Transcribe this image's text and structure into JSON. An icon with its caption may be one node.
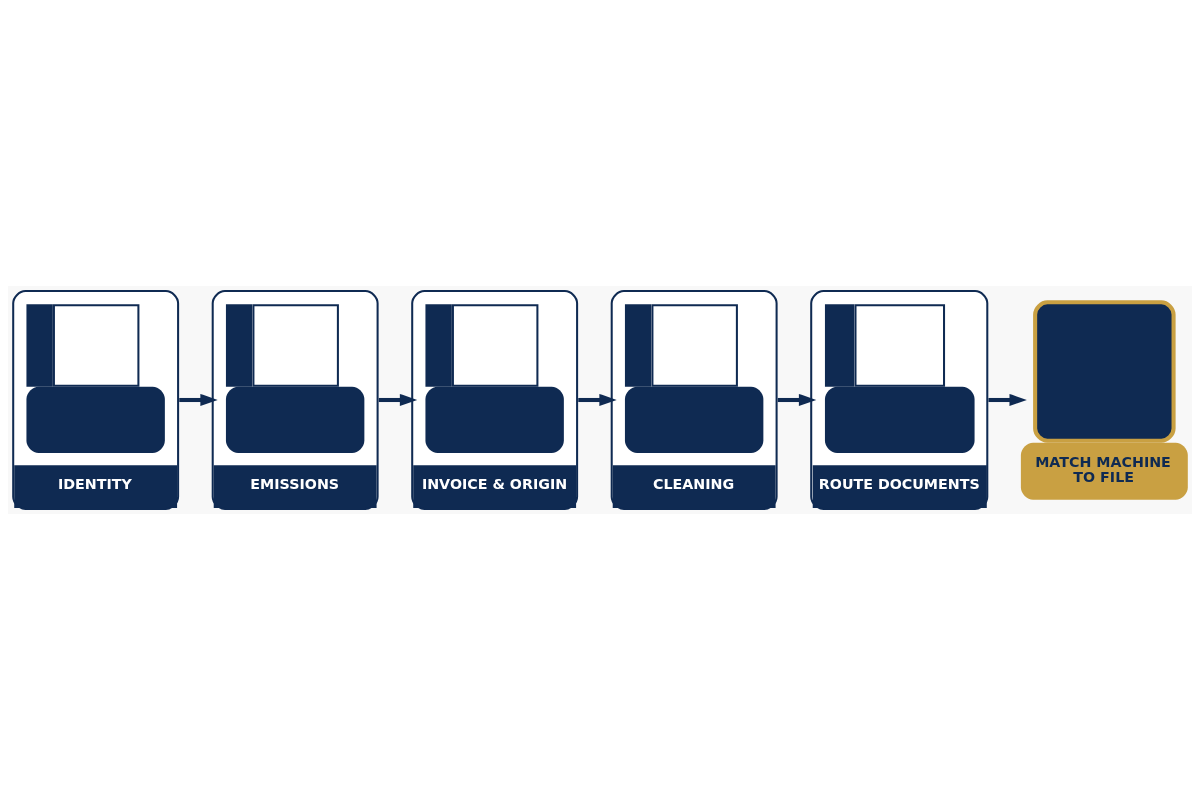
{
  "diagram": {
    "nodes": [
      {
        "text": [
          "IDENTITY"
        ]
      },
      {
        "text": [
          "EMISSIONS"
        ]
      },
      {
        "text": [
          "INVOICE & ORIGIN"
        ]
      },
      {
        "text": [
          "CLEANING"
        ]
      },
      {
        "text": [
          "ROUTE DOCUMENTS"
        ]
      },
      {
        "text": [
          "MATCH MACHINE TO FILE"
        ]
      }
    ],
    "edges": [
      {
        "from": 0,
        "to": 1,
        "arrow": "to"
      },
      {
        "from": 1,
        "to": 2,
        "arrow": "to"
      },
      {
        "from": 2,
        "to": 3,
        "arrow": "to"
      },
      {
        "from": 3,
        "to": 4,
        "arrow": "to"
      },
      {
        "from": 4,
        "to": 5,
        "arrow": "to"
      }
    ]
  }
}
